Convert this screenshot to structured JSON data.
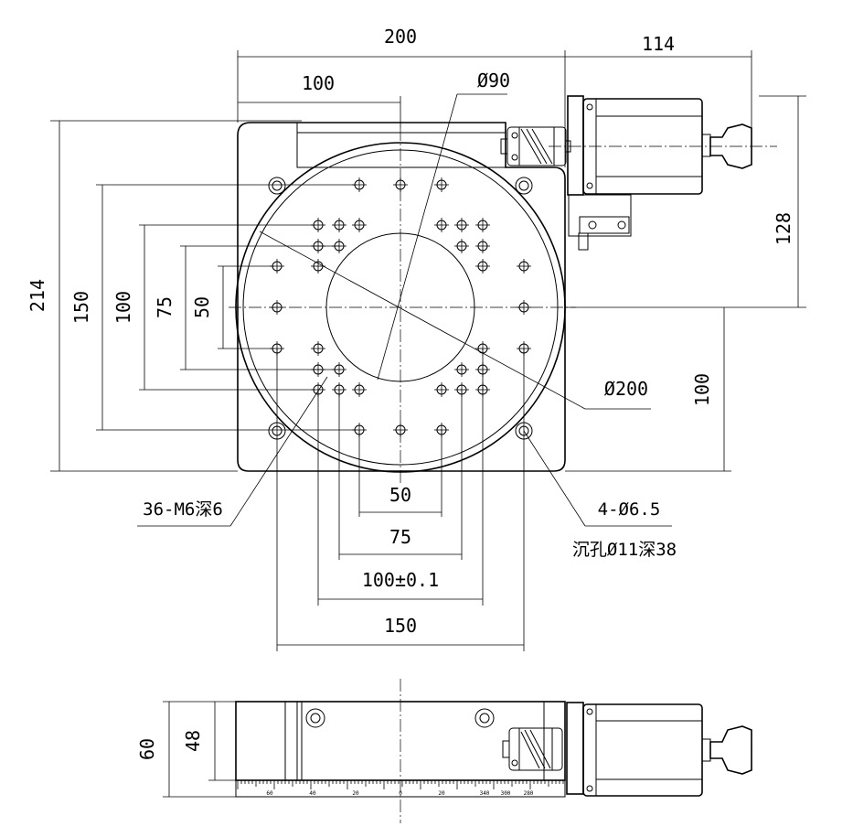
{
  "top_view": {
    "dims": {
      "overall_width": "200",
      "motor_length": "114",
      "half_width": "100",
      "center_hole_dia": "Ø90",
      "overall_height": "214",
      "hole_span_150": "150",
      "hole_span_100": "100",
      "hole_span_75": "75",
      "hole_span_50": "50",
      "motor_offset": "128",
      "center_offset": "100",
      "table_dia": "Ø200",
      "bottom_50": "50",
      "bottom_75": "75",
      "bottom_100": "100±0.1",
      "bottom_150": "150"
    },
    "notes": {
      "tapped_holes": "36-M6深6",
      "mount_holes": "4-Ø6.5",
      "counterbore": "沉孔Ø11深38"
    }
  },
  "side_view": {
    "dims": {
      "total_height": "60",
      "body_height": "48"
    },
    "scale_labels": [
      "60",
      "40",
      "20",
      "0",
      "20",
      "340",
      "300",
      "280"
    ]
  }
}
